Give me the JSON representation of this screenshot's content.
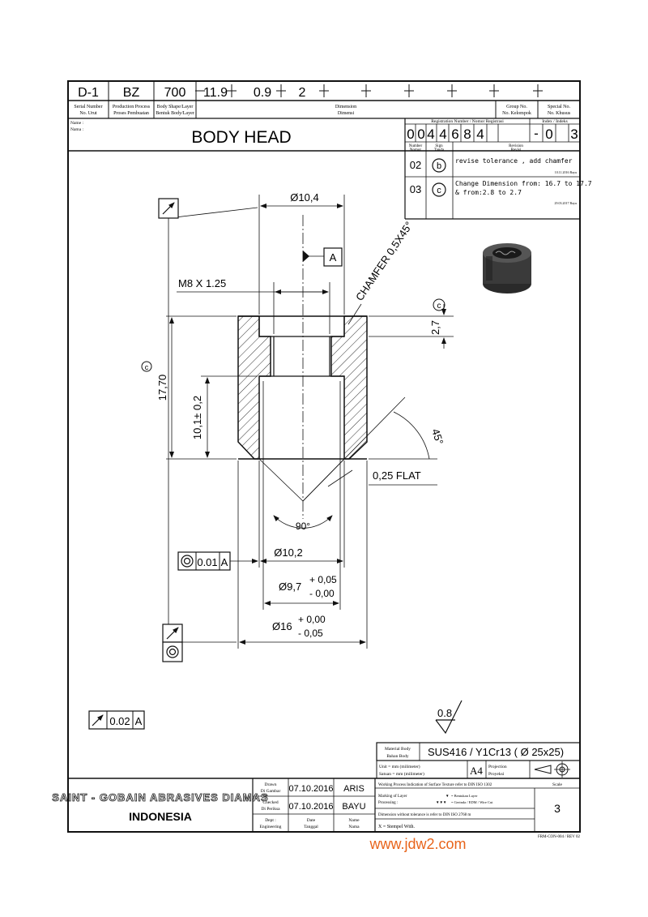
{
  "header": {
    "cells": [
      "D-1",
      "BZ",
      "700",
      "11.9",
      "0.9",
      "2"
    ],
    "serial_label_1": "Serial Number",
    "serial_label_2": "No. Urut",
    "process_label_1": "Production Process",
    "process_label_2": "Proses Pembuatan",
    "shape_label_1": "Body Shape/Layer",
    "shape_label_2": "Bentuk Body/Layer",
    "dimension_label_1": "Dimension",
    "dimension_label_2": "Dimensi",
    "group_label_1": "Group No.",
    "group_label_2": "No. Kelompok",
    "special_label_1": "Special No.",
    "special_label_2": "No. Khusus",
    "name_label_1": "Name :",
    "name_label_2": "Nama :",
    "title": "BODY HEAD",
    "registration_label": "Registration Number / Nomor Registrasi",
    "registration_digits": [
      "0",
      "0",
      "4",
      "4",
      "6",
      "8",
      "4"
    ],
    "index_label": "Index / Indeks",
    "index_digits": [
      "-",
      "0",
      "3"
    ],
    "number_label_1": "Number",
    "number_label_2": "Nomor",
    "sign_label_1": "Sign",
    "sign_label_2": "Tanda",
    "revision_label_1": "Revision",
    "revision_label_2": "Revisi"
  },
  "revisions": [
    {
      "number": "02",
      "sign": "b",
      "text_1": "revise tolerance , add chamfer",
      "text_2": "",
      "date": "10.11.2016  Bayu"
    },
    {
      "number": "03",
      "sign": "c",
      "text_1": "Change Dimension from: 16.7 to 17.7",
      "text_2": "& from:2.8 to 2.7",
      "date": "29.03.2017  Bayu"
    }
  ],
  "drawing": {
    "dia_top": "Ø10,4",
    "datum": "A",
    "thread": "M8 X 1.25",
    "chamfer": "CHAMFER 0,5X45°",
    "dim_27": "2,7",
    "circle_c": "c",
    "height_total": "17,70",
    "height_bore": "10,1± 0,2",
    "angle_45": "45°",
    "flat": "0,25 FLAT",
    "angle_90": "90°",
    "dia_102": "Ø10,2",
    "dia_97": "Ø9,7",
    "tol_97_plus": "+ 0,05",
    "tol_97_minus": "- 0,00",
    "dia_16": "Ø16",
    "tol_16_plus": "+ 0,00",
    "tol_16_minus": "- 0,05",
    "fcf_concentric_value": "0.01",
    "fcf_concentric_datum": "A",
    "fcf_runout_value": "0.02",
    "fcf_runout_datum": "A",
    "surface_roughness": "0.8"
  },
  "title_block": {
    "material_label_1": "Material Body",
    "material_label_2": "Bahan Body",
    "material_value": "SUS416 / Y1Cr13 ( Ø 25x25)",
    "unit_label_1": "Unit    = mm (milimeter)",
    "unit_label_2": "Satuan = mm (milimeter)",
    "paper_size": "A4",
    "projection_label_1": "Projection",
    "projection_label_2": "Proyeksi",
    "company_name": "SAINT - GOBAIN ABRASIVES DIAMAS",
    "country": "INDONESIA",
    "drawn_label_1": "Drawn",
    "drawn_label_2": "Di Gambar",
    "drawn_date": "07.10.2016",
    "drawn_name": "ARIS",
    "checked_label_1": "Checked",
    "checked_label_2": "Di Periksa",
    "checked_date": "07.10.2016",
    "checked_name": "BAYU",
    "dept_label_1": "Dept :",
    "dept_label_2": "Engineering",
    "date_label_1": "Date",
    "date_label_2": "Tanggal",
    "name_label_1": "Name",
    "name_label_2": "Nama",
    "texture_note": "Working Process Indication of Surface Texture refer to DIN ISO 1302",
    "marking_label_1": "Marking of Layer",
    "marking_label_2": "Processing :",
    "marking_value_1": "= Bentukan Layer",
    "marking_value_2": "= Gerinda / EDM / Wire Cut",
    "scale_label": "Scale",
    "scale_value": "3",
    "tolerance_note": "Dimension without tolerance is refer to DIN ISO 2768 m",
    "stamp_note": "X = Stempel With.",
    "form_number": "FRM-CON-004 / REV 02"
  },
  "watermark": "www.jdw2.com",
  "colors": {
    "ink": "#111111",
    "watermark": "#e8641b",
    "background": "#ffffff"
  }
}
